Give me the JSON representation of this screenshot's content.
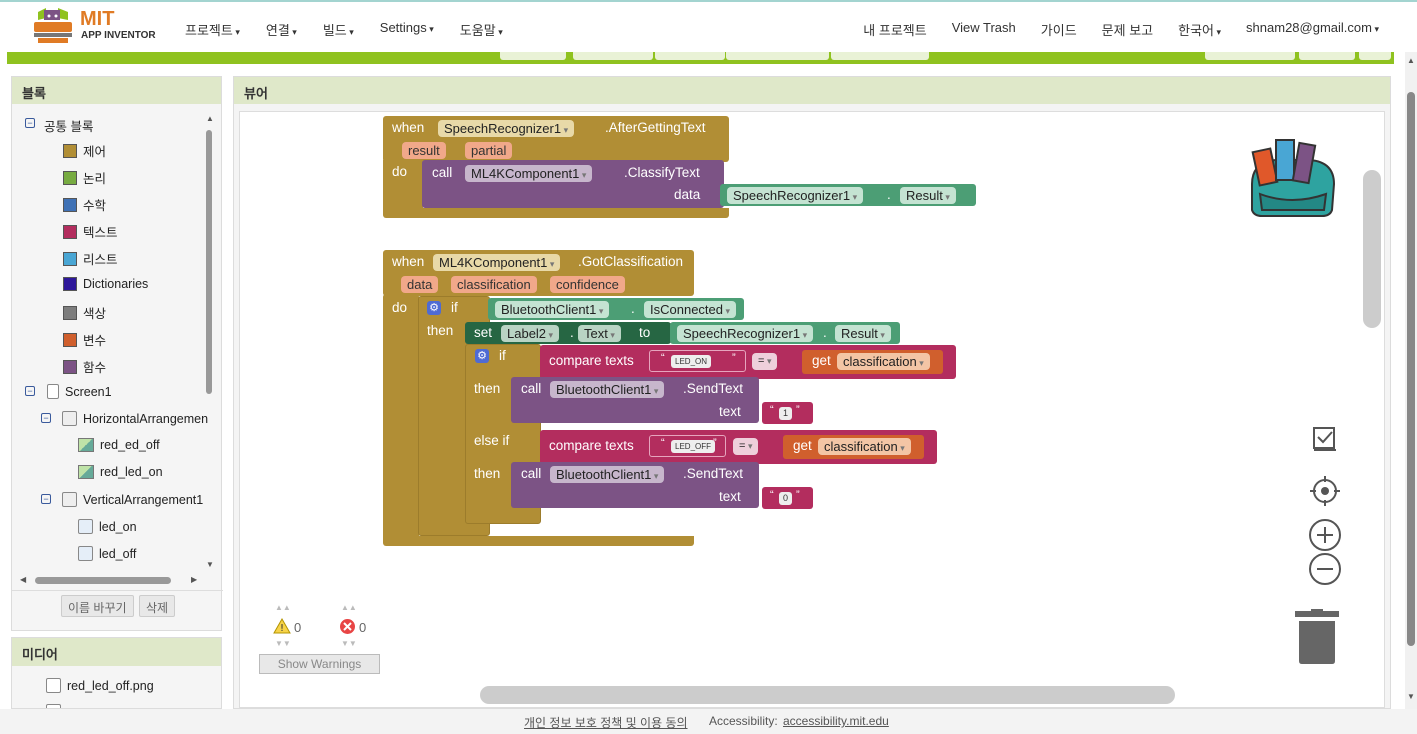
{
  "app": {
    "name_line1": "MIT",
    "name_line2": "APP INVENTOR"
  },
  "nav_left": [
    "프로젝트",
    "연결",
    "빌드",
    "Settings",
    "도움말"
  ],
  "nav_right": [
    {
      "label": "내 프로젝트",
      "caret": false
    },
    {
      "label": "View Trash",
      "caret": false
    },
    {
      "label": "가이드",
      "caret": false
    },
    {
      "label": "문제 보고",
      "caret": false
    },
    {
      "label": "한국어",
      "caret": true
    },
    {
      "label": "shnam28@gmail.com",
      "caret": true
    }
  ],
  "blocks_panel": {
    "title": "블록",
    "builtin_group": "공통 블록",
    "builtin": [
      {
        "label": "제어",
        "color": "#b18e35"
      },
      {
        "label": "논리",
        "color": "#77ab41"
      },
      {
        "label": "수학",
        "color": "#3f71b5"
      },
      {
        "label": "텍스트",
        "color": "#b32d5e"
      },
      {
        "label": "리스트",
        "color": "#49a6d4"
      },
      {
        "label": "Dictionaries",
        "color": "#2d1799"
      },
      {
        "label": "색상",
        "color": "#7d7d7d"
      },
      {
        "label": "변수",
        "color": "#d05f2d"
      },
      {
        "label": "함수",
        "color": "#7c5385"
      }
    ],
    "components": [
      {
        "label": "Screen1"
      },
      {
        "label": "HorizontalArrangemen"
      },
      {
        "label": "red_ed_off"
      },
      {
        "label": "red_led_on"
      },
      {
        "label": "VerticalArrangement1"
      },
      {
        "label": "led_on"
      },
      {
        "label": "led_off"
      }
    ],
    "rename_button": "이름 바꾸기",
    "delete_button": "삭제"
  },
  "media_panel": {
    "title": "미디어",
    "items": [
      "red_led_off.png"
    ]
  },
  "viewer": {
    "title": "뷰어"
  },
  "blocks": {
    "event1": {
      "when": "when",
      "component": "SpeechRecognizer1",
      "event": ".AfterGettingText",
      "params": [
        "result",
        "partial"
      ],
      "do": "do",
      "call": "call",
      "call_component": "ML4KComponent1",
      "method": ".ClassifyText",
      "arg_name": "data",
      "arg_component": "SpeechRecognizer1",
      "arg_prop": "Result"
    },
    "event2": {
      "when": "when",
      "component": "ML4KComponent1",
      "event": ".GotClassification",
      "params": [
        "data",
        "classification",
        "confidence"
      ],
      "do": "do",
      "if": "if",
      "then": "then",
      "else_if": "else if",
      "cond_component": "BluetoothClient1",
      "cond_prop": "IsConnected",
      "set": "set",
      "set_component": "Label2",
      "set_prop": "Text",
      "to": "to",
      "set_value_component": "SpeechRecognizer1",
      "set_value_prop": "Result",
      "compare": "compare texts",
      "eq": "=",
      "get": "get",
      "var": "classification",
      "str_on": "LED_ON",
      "str_off": "LED_OFF",
      "call": "call",
      "send_component": "BluetoothClient1",
      "send_method": ".SendText",
      "text_arg": "text",
      "val_on": "1",
      "val_off": "0"
    }
  },
  "warnings": {
    "warn_count": "0",
    "error_count": "0",
    "show_warnings": "Show Warnings"
  },
  "footer": {
    "privacy": "개인 정보 보호 정책 및 이용 동의",
    "accessibility_label": "Accessibility:",
    "accessibility_link": "accessibility.mit.edu"
  }
}
